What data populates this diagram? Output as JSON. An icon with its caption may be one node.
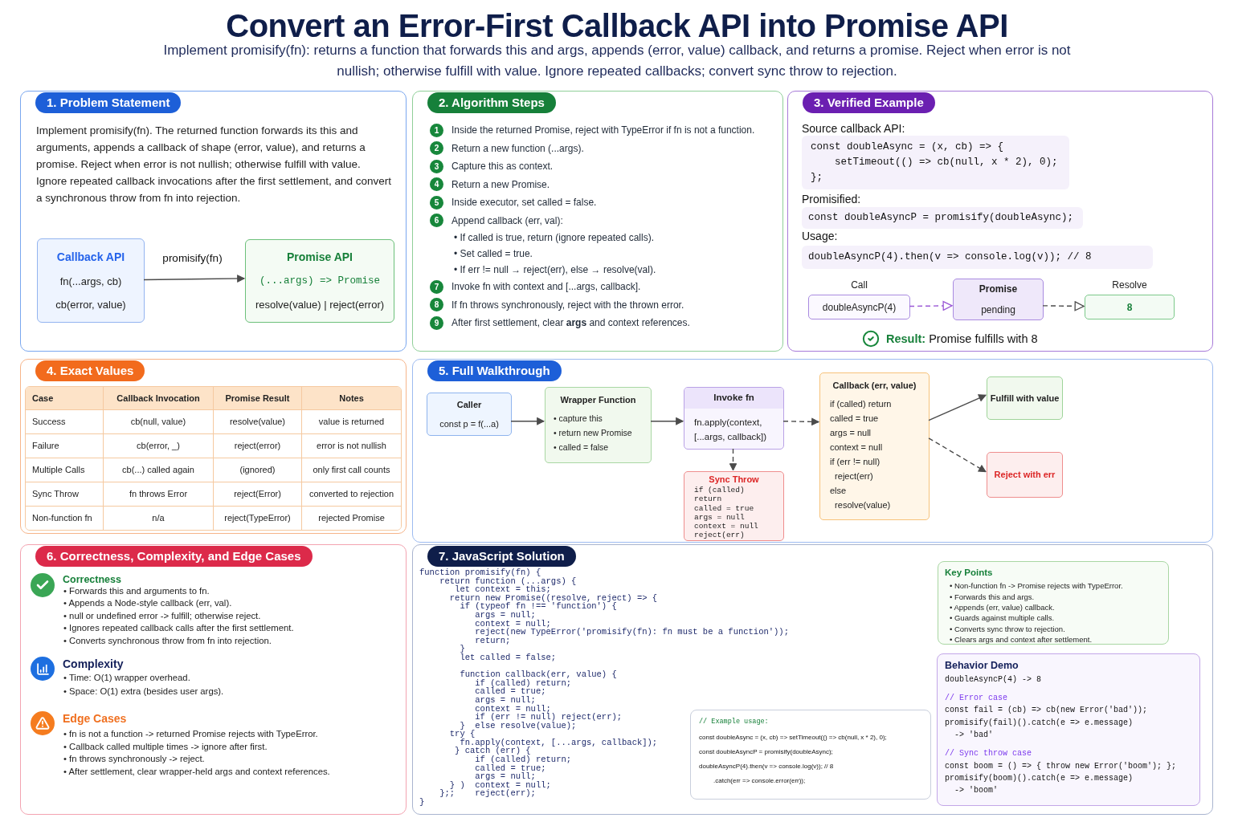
{
  "diagram": {
    "title": "Convert an Error-First Callback API into Promise API",
    "nodes": [
      {
        "text": [
          "1. Problem Statement",
          "Implement promisify(fn). The returned function forwards its this and arguments, appends a callback of shape (error, value), and returns a promise. Reject when error is not nullish; otherwise fulfill with value. Ignore repeated callback invocations after the first settlement, and convert a synchronous throw from fn into rejection."
        ]
      },
      {
        "text": [
          "Callback API",
          "fn(...args, cb)",
          "cb(error, value)"
        ],
        "in": 0
      },
      {
        "text": [
          "Promise API",
          "(...args) => Promise",
          "resolve(value) | reject(error)"
        ],
        "in": 0
      },
      {
        "text": [
          "2. Algorithm Steps",
          "1",
          "Inside the returned Promise, reject with TypeError if fn is not a function.",
          "2",
          "Return a new function (...args).",
          "3",
          "Capture this as context.",
          "4",
          "Return a new Promise.",
          "5",
          "Inside executor, set called = false.",
          "6",
          "Append callback (err, val):",
          "• If called is true, return (ignore repeated calls).",
          "• Set called = true.",
          "• If err != null → reject(err), else → resolve(val).",
          "7",
          "Invoke fn with context and [...args, callback].",
          "8",
          "If fn throws synchronously, reject with the thrown error.",
          "9",
          "After first settlement, clear **args** and context references."
        ]
      },
      {
        "text": [
          "3. Verified Example",
          "Source callback API:",
          "Promisified:",
          "Usage:",
          "**Result:** Promise fulfills with 8"
        ]
      },
      {
        "text": [
          "const doubleAsync = (x, cb) => {",
          "    setTimeout(() => cb(null, x * 2), 0);",
          "};"
        ],
        "in": 4
      },
      {
        "text": [
          "const doubleAsyncP = promisify(doubleAsync);"
        ],
        "in": 4
      },
      {
        "text": [
          "doubleAsyncP(4).then(v => console.log(v)); // 8"
        ],
        "in": 4
      },
      {
        "text": [
          "doubleAsyncP(4)"
        ],
        "in": 4,
        "beside": [
          "Call"
        ]
      },
      {
        "text": [
          "Promise",
          "pending"
        ],
        "in": 4
      },
      {
        "text": [
          "8"
        ],
        "in": 4,
        "beside": [
          "Resolve"
        ]
      },
      {
        "text": [
          "4. Exact Values"
        ]
      },
      {
        "text": [
          "5. Full Walkthrough"
        ]
      },
      {
        "text": [
          "Caller",
          "const p = f(...a)"
        ],
        "in": 12
      },
      {
        "text": [
          "Wrapper Function",
          "• capture this",
          "• return new Promise",
          "• called = false"
        ],
        "in": 12
      },
      {
        "text": [
          "Invoke fn",
          "fn.apply(context, [...args, callback])"
        ],
        "in": 12
      },
      {
        "text": [
          "Sync Throw",
          "if (called) return",
          "called = true",
          "args = null",
          "context = null",
          "reject(err)"
        ],
        "in": 12
      },
      {
        "text": [
          "Callback (err, value)",
          "if (called) return",
          "called = true",
          "args = null",
          "context = null",
          "if (err != null)",
          "  reject(err)",
          "else",
          "  resolve(value)"
        ],
        "in": 12
      },
      {
        "text": [
          "Fulfill with value"
        ],
        "in": 12
      },
      {
        "text": [
          "Reject with err"
        ],
        "in": 12
      },
      {
        "text": [
          "6. Correctness, Complexity, and Edge Cases",
          "Correctness",
          "• Forwards this and arguments to fn.",
          "• Appends a Node-style callback (err, val).",
          "• null or undefined error -> fulfill; otherwise reject.",
          "• Ignores repeated callback calls after the first settlement.",
          "• Converts synchronous throw from fn into rejection.",
          "Complexity",
          "• Time: O(1) wrapper overhead.",
          "• Space: O(1) extra (besides user args).",
          "Edge Cases",
          "• fn is not a function -> returned Promise rejects with TypeError.",
          "• Callback called multiple times -> ignore after first.",
          "• fn throws synchronously -> reject.",
          "• After settlement, clear wrapper-held args and context references."
        ]
      },
      {
        "text": [
          "7. JavaScript Solution",
          "function promisify(fn) {",
          "    return function (...args) {",
          "       let context = this;",
          "      return new Promise((resolve, reject) => {",
          "        if (typeof fn !== 'function') {",
          "           args = null;",
          "           context = null;",
          "           reject(new TypeError('promisify(fn): fn must be a function'));",
          "           return;",
          "        }",
          "        let called = false;",
          "        function callback(err, value) {",
          "           if (called) return;",
          "           called = true;",
          "           args = null;",
          "           context = null;",
          "           if (err != null) reject(err);",
          "        }  else resolve(value);",
          "      try {",
          "        fn.apply(context, [...args, callback]);",
          "       } catch (err) {",
          "           if (called) return;",
          "           called = true;",
          "           args = null;",
          "      } )  context = null;",
          "    };;    reject(err);",
          "}"
        ]
      },
      {
        "text": [
          "// Example usage:",
          "const doubleAsync = (x, cb) => setTimeout(() => cb(null, x * 2), 0);",
          "const doubleAsyncP = promisify(doubleAsync);",
          "doubleAsyncP(4).then(v => console.log(v)); // 8",
          ".catch(err => console.error(err));"
        ],
        "in": 21
      },
      {
        "text": [
          "Key Points",
          "• Non-function fn -> Promise rejects with TypeError.",
          "• Forwards this and args.",
          "• Appends (err, value) callback.",
          "• Guards against multiple calls.",
          "• Converts sync throw to rejection.",
          "• Clears args and context after settlement."
        ],
        "in": 21
      },
      {
        "text": [
          "Behavior Demo",
          "doubleAsyncP(4) -> 8",
          "// Error case",
          "const fail = (cb) => cb(new Error('bad'));",
          "promisify(fail)().catch(e => e.message)",
          "  -> 'bad'",
          "// Sync throw case",
          "const boom = () => { throw new Error('boom'); };",
          "promisify(boom)().catch(e => e.message)",
          "  -> 'boom'"
        ],
        "in": 21
      }
    ],
    "edges": [
      {
        "from": 1,
        "to": 2,
        "arrow": "to",
        "label": "promisify(fn)"
      },
      {
        "from": 8,
        "to": 9,
        "arrow": "to",
        "style": "dashed",
        "color": "#9b59d6"
      },
      {
        "from": 9,
        "to": 10,
        "arrow": "to",
        "style": "dashed"
      },
      {
        "from": 13,
        "to": 14,
        "arrow": "to"
      },
      {
        "from": 14,
        "to": 15,
        "arrow": "to"
      },
      {
        "from": 15,
        "to": 17,
        "arrow": "to",
        "style": "dashed"
      },
      {
        "from": 15,
        "to": 16,
        "arrow": "to",
        "style": "dashed"
      },
      {
        "from": 17,
        "to": 18,
        "arrow": "to"
      },
      {
        "from": 17,
        "to": 19,
        "arrow": "to",
        "style": "dashed"
      }
    ],
    "labels": [
      "Implement promisify(fn): returns a function that forwards this and args, appends (error, value) callback, and returns a promise. Reject when error is not nullish; otherwise fulfill with value. Ignore repeated callbacks; convert sync throw to rejection.",
      "Case",
      "Callback Invocation",
      "Promise Result",
      "Notes",
      "Success",
      "cb(null, value)",
      "resolve(value)",
      "value is returned",
      "Failure",
      "cb(error, _)",
      "reject(error)",
      "error is not nullish",
      "Multiple Calls",
      "cb(...) called again",
      "(ignored)",
      "only first call counts",
      "Sync Throw",
      "fn throws Error",
      "reject(Error)",
      "converted to rejection",
      "Non-function fn",
      "n/a",
      "reject(TypeError)",
      "rejected Promise"
    ]
  }
}
